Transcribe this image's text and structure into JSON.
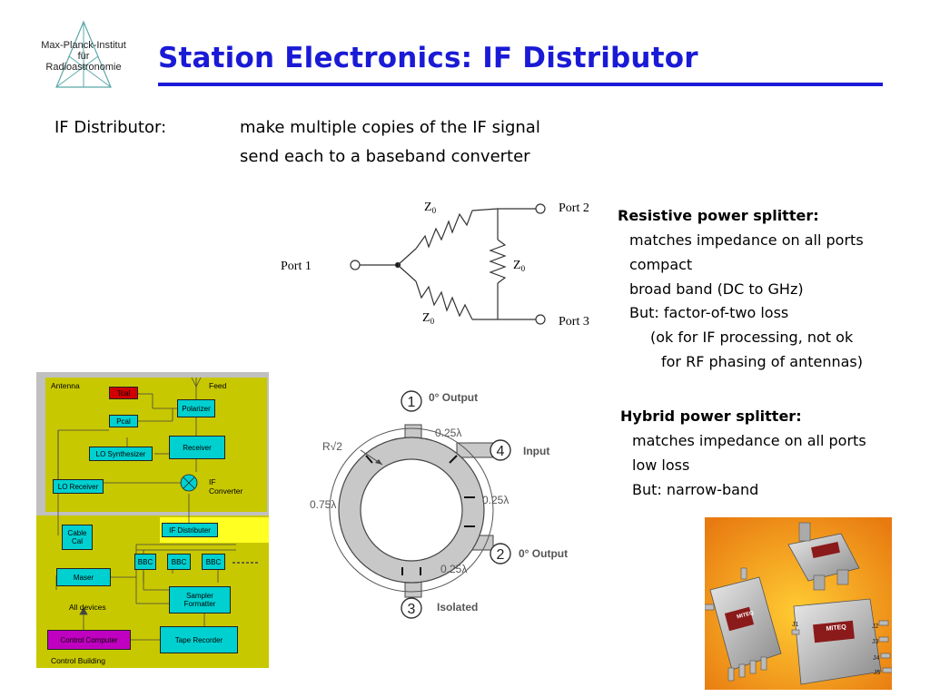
{
  "logo": {
    "lines": [
      "Max-Planck-Institut",
      "für",
      "Radioastronomie"
    ]
  },
  "title": "Station Electronics: IF Distributor",
  "intro": {
    "label": "IF Distributor:",
    "line1": "make multiple copies of the IF signal",
    "line2": "send each to a baseband converter"
  },
  "resistive": {
    "heading": "Resistive power splitter:",
    "items": [
      "matches impedance on all ports",
      "compact",
      "broad band (DC to GHz)",
      "But: factor-of-two loss",
      "(ok for IF processing, not ok",
      "for RF phasing of antennas)"
    ]
  },
  "hybrid": {
    "heading": "Hybrid power splitter:",
    "items": [
      "matches impedance on all ports",
      "low loss",
      "But: narrow-band"
    ]
  },
  "splitter_diagram": {
    "port1": "Port 1",
    "port2": "Port 2",
    "port3": "Port 3",
    "z0": "Z",
    "z0_sub": "0"
  },
  "ring_diagram": {
    "p1_num": "1",
    "p1_label": "0° Output",
    "p2_num": "2",
    "p2_label": "0° Output",
    "p3_num": "3",
    "p3_label": "Isolated",
    "p4_num": "4",
    "p4_label": "Input",
    "quarter_top": "0.25λ",
    "quarter_mid": "0.25λ",
    "quarter_bot": "0.25λ",
    "three_quarter": "0.75λ",
    "radius": "R√2"
  },
  "block_diagram": {
    "antenna": "Antenna",
    "feed": "Feed",
    "tcal": "Tcal",
    "pcal": "Pcal",
    "polarizer": "Polarizer",
    "lo_synth": "LO Synthesizer",
    "receiver": "Receiver",
    "lo_receiver": "LO Receiver",
    "if_conv": "IF\nConverter",
    "cable_cal": "Cable\nCal",
    "if_distributer": "IF Distributer",
    "maser": "Maser",
    "bbc1": "BBC",
    "bbc2": "BBC",
    "bbc3": "BBC",
    "all_devices": "All devices",
    "sampler": "Sampler\nFormatter",
    "control_computer": "Control Computer",
    "tape_recorder": "Tape Recorder",
    "control_building": "Control Building",
    "colors": {
      "yellow_green": "#c8c800",
      "cyan": "#00d0d0",
      "red": "#d00000",
      "magenta": "#c000c0",
      "bright_yellow": "#ffff22"
    }
  },
  "photo": {
    "brand": "MITEQ",
    "j_labels": [
      "J2",
      "J3",
      "J4",
      "J5",
      "J1"
    ]
  },
  "colors": {
    "title_blue": "#1a1ad6"
  }
}
